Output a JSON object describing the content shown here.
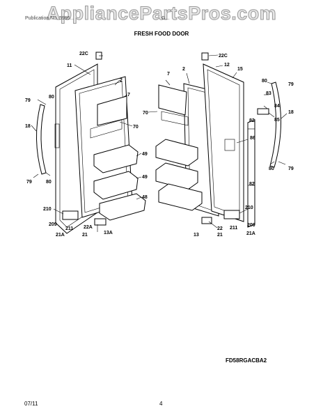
{
  "watermark": "AppliancePartsPros.com",
  "header_left": "Publication No. 5995...",
  "header_right": "G...",
  "title": "FRESH FOOD DOOR",
  "model_code": "FD58RGACBA2",
  "footer_date": "07/11",
  "page_number": "4",
  "callouts": {
    "c22c_l": "22C",
    "c11": "11",
    "c2_l": "2",
    "c7_l": "7",
    "c80_l1": "80",
    "c79_l1": "79",
    "c18_l": "18",
    "c70_l": "70",
    "c49_1": "49",
    "c49_2": "49",
    "c48": "48",
    "c79_l2": "79",
    "c80_l2": "80",
    "c210_l": "210",
    "c209_l": "209",
    "c211_l": "211",
    "c21a_l": "21A",
    "c22a": "22A",
    "c21_l": "21",
    "c13a": "13A",
    "c22c_r": "22C",
    "c12": "12",
    "c7_r": "7",
    "c2_r": "2",
    "c15": "15",
    "c80_r1": "80",
    "c79_r1": "79",
    "c83": "83",
    "c84": "84",
    "c85": "85",
    "c18_r": "18",
    "c70_r": "70",
    "c82_1": "82",
    "c86": "86",
    "c80_r2": "80",
    "c79_r2": "79",
    "c82_2": "82",
    "c210_r": "210",
    "c209_r": "209",
    "c211_r": "211",
    "c21a_r": "21A",
    "c22_r": "22",
    "c13_r": "13",
    "c21_r": "21"
  }
}
